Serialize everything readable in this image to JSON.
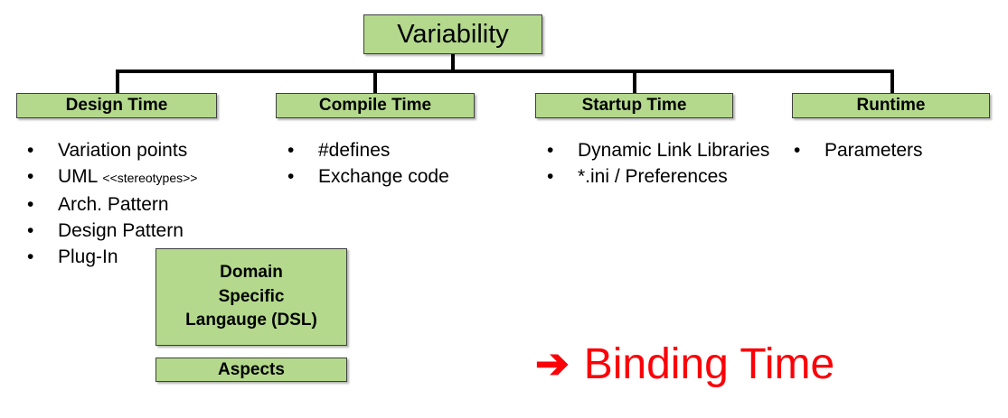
{
  "diagram": {
    "title": "Variability",
    "accent_green": "#b4d98c",
    "accent_red": "#fb0007",
    "border_color": "#3f3f3f",
    "root": {
      "label": "Variability"
    },
    "branches": [
      {
        "key": "design",
        "label": "Design Time",
        "items": [
          {
            "text": "Variation points",
            "extra": ""
          },
          {
            "text": "UML ",
            "extra": "<<stereotypes>>"
          },
          {
            "text": "Arch. Pattern",
            "extra": ""
          },
          {
            "text": "Design Pattern",
            "extra": ""
          },
          {
            "text": "Plug-In",
            "extra": ""
          }
        ]
      },
      {
        "key": "compile",
        "label": "Compile Time",
        "items": [
          {
            "text": "#defines",
            "extra": ""
          },
          {
            "text": "Exchange code",
            "extra": ""
          }
        ]
      },
      {
        "key": "startup",
        "label": "Startup Time",
        "items": [
          {
            "text": "Dynamic Link Libraries",
            "extra": ""
          },
          {
            "text": "*.ini / Preferences",
            "extra": ""
          }
        ]
      },
      {
        "key": "runtime",
        "label": "Runtime",
        "items": [
          {
            "text": "Parameters",
            "extra": ""
          }
        ]
      }
    ],
    "extra_boxes": {
      "dsl": {
        "line1": "Domain",
        "line2": "Specific",
        "line3": "Langauge (DSL)"
      },
      "aspects": {
        "label": "Aspects"
      }
    },
    "callout": {
      "arrow": "➔",
      "label": "Binding Time"
    },
    "bullet_glyph": "•"
  }
}
